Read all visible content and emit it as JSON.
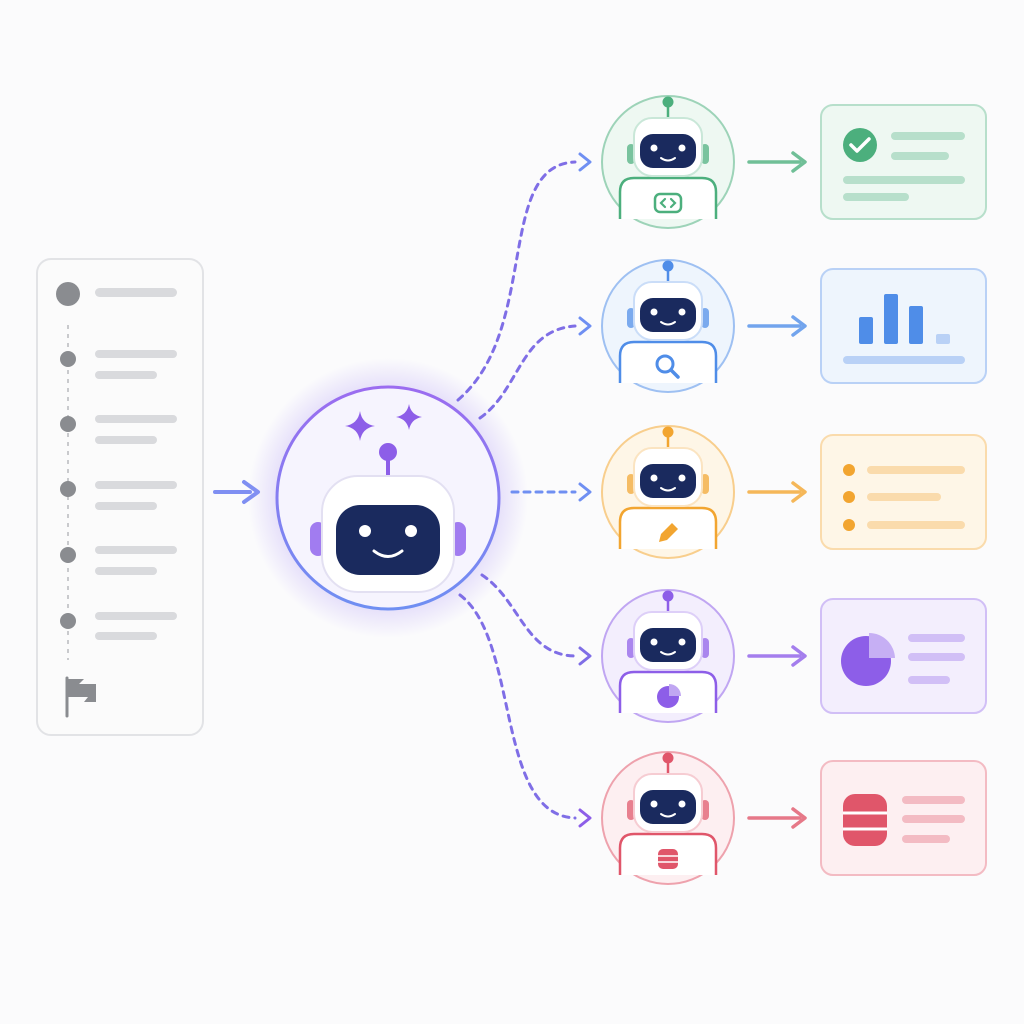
{
  "colors": {
    "background": "#fbfbfc",
    "orchestrator_ring": "#8b6cf0",
    "orchestrator_face": "#1a2a5e",
    "task_list": "#9a9ca2",
    "flow_arrow": "#7f8ff2"
  },
  "orchestrator": {
    "icon": "orchestrator-robot-icon",
    "sparkles": "sparkle-icon"
  },
  "task_list": {
    "steps": 5,
    "start_icon": "start-dot-icon",
    "end_icon": "flag-icon"
  },
  "agents": [
    {
      "id": "code",
      "color": "#4caf7d",
      "bg": "#eef8f2",
      "badge_icon": "code-icon",
      "output_icon": "check-circle-icon",
      "output_kind": "check-summary"
    },
    {
      "id": "search",
      "color": "#4f8de8",
      "bg": "#eef5fd",
      "badge_icon": "search-icon",
      "output_icon": "bar-chart-icon",
      "output_kind": "bar-chart"
    },
    {
      "id": "write",
      "color": "#f2a530",
      "bg": "#fef6e7",
      "badge_icon": "pencil-icon",
      "output_icon": "bullet-list-icon",
      "output_kind": "bullet-list"
    },
    {
      "id": "analyze",
      "color": "#8d5ee8",
      "bg": "#f3eefd",
      "badge_icon": "pie-chart-icon",
      "output_icon": "pie-chart-icon",
      "output_kind": "pie-summary"
    },
    {
      "id": "database",
      "color": "#e0566a",
      "bg": "#fdeff1",
      "badge_icon": "database-icon",
      "output_icon": "database-icon",
      "output_kind": "database-summary"
    }
  ]
}
